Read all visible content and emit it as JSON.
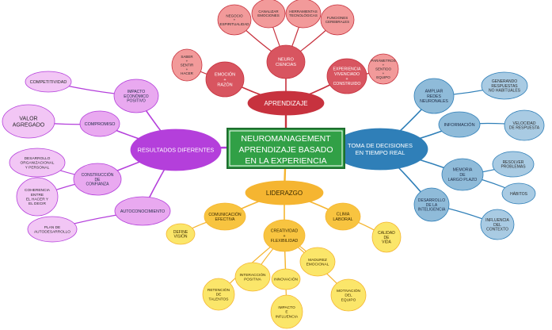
{
  "center": {
    "lines": [
      "NEUROMANAGEMENT",
      "APRENDIZAJE BASADO",
      "EN LA EXPERIENCIA"
    ]
  },
  "branches": [
    {
      "name": "aprendizaje",
      "label": [
        "APRENDIZAJE"
      ],
      "color": "#c7323e",
      "sub_color": "#d85560",
      "leaf_color": "#f29a9a",
      "children": [
        {
          "label": [
            "EMOCIÓN",
            "+",
            "RAZÓN"
          ],
          "children": [
            {
              "label": [
                "SABER",
                "+",
                "SENTIR",
                "+",
                "HACER"
              ]
            }
          ]
        },
        {
          "label": [
            "NEURO",
            "CIENCIAS"
          ],
          "children": [
            {
              "label": [
                "NEGOCIO",
                "+",
                "ESPIRITUALIDAD"
              ]
            },
            {
              "label": [
                "CANALIZAR",
                "EMOCIONES"
              ]
            },
            {
              "label": [
                "HERRAMIENTAS",
                "TECNOLÓGICAS"
              ]
            },
            {
              "label": [
                "FUNCIONES",
                "CEREBRALES"
              ]
            }
          ]
        },
        {
          "label": [
            "EXPERIENCIA",
            "VIVENCIADO",
            "+",
            "CONSTRUIDO"
          ],
          "children": [
            {
              "label": [
                "PARÁMETROS",
                "+",
                "SENTIDO",
                "+",
                "EQUIPO"
              ]
            }
          ]
        }
      ]
    },
    {
      "name": "toma-decisiones",
      "label": [
        "TOMA DE DECISIONES",
        "EN TIEMPO REAL"
      ],
      "color": "#2f7fb8",
      "sub_color": "#8fbbd9",
      "leaf_color": "#a9cbe3",
      "children": [
        {
          "label": [
            "AMPLIAR",
            "REDES",
            "NEURONALES"
          ],
          "children": [
            {
              "label": [
                "GENERANDO",
                "RESPUESTAS",
                "NO HABITUALES"
              ]
            }
          ]
        },
        {
          "label": [
            "INFORMACIÓN"
          ],
          "children": [
            {
              "label": [
                "VELOCIDAD",
                "DE RESPUESTA"
              ]
            }
          ]
        },
        {
          "label": [
            "MEMORIA",
            "DE",
            "LARGO PLAZO"
          ],
          "children": [
            {
              "label": [
                "RESOLVER",
                "PROBLEMAS"
              ]
            },
            {
              "label": [
                "HÁBITOS"
              ]
            }
          ]
        },
        {
          "label": [
            "DESARROLLO",
            "DE LA",
            "INTELIGENCIA"
          ],
          "children": [
            {
              "label": [
                "INFLUENCIA",
                "DEL",
                "CONTEXTO"
              ]
            }
          ]
        }
      ]
    },
    {
      "name": "liderazgo",
      "label": [
        "LIDERAZGO"
      ],
      "color": "#f5b531",
      "sub_color": "#f8c440",
      "leaf_color": "#fbe66a",
      "children": [
        {
          "label": [
            "COMUNICACIÓN",
            "EFECTIVA"
          ],
          "children": [
            {
              "label": [
                "DEFINE",
                "VISIÓN"
              ]
            }
          ]
        },
        {
          "label": [
            "CREATIVIDAD",
            "+",
            "FLEXIBILIDAD"
          ],
          "children": [
            {
              "label": [
                "RETENCIÓN",
                "DE",
                "TALENTOS"
              ]
            },
            {
              "label": [
                "INTERACCIÓN",
                "POSITIVA"
              ]
            },
            {
              "label": [
                "INNOVACIÓN"
              ]
            },
            {
              "label": [
                "IMPACTO",
                "E",
                "INFLUENCIA"
              ]
            },
            {
              "label": [
                "MADUREZ",
                "EMOCIONAL"
              ]
            },
            {
              "label": [
                "MOTIVACIÓN",
                "DEL",
                "EQUIPO"
              ]
            }
          ]
        },
        {
          "label": [
            "CLIMA",
            "LABORAL"
          ],
          "children": [
            {
              "label": [
                "CALIDAD",
                "DE",
                "VIDA"
              ]
            }
          ]
        }
      ]
    },
    {
      "name": "resultados",
      "label": [
        "RESULTADOS DIFERENTES"
      ],
      "color": "#b43fdb",
      "sub_color": "#e9a9f0",
      "leaf_color": "#f2c6f5",
      "children": [
        {
          "label": [
            "IMPACTO",
            "ECONÓMICO",
            "POSITIVO"
          ],
          "children": [
            {
              "label": [
                "COMPETITIVIDAD"
              ]
            }
          ]
        },
        {
          "label": [
            "COMPROMISO"
          ],
          "children": [
            {
              "label": [
                "VALOR",
                "AGREGADO"
              ]
            }
          ]
        },
        {
          "label": [
            "CONSTRUCCIÓN",
            "DE",
            "CONFIANZA"
          ],
          "children": [
            {
              "label": [
                "DESARROLLO",
                "ORGANIZACIONAL",
                "Y PERSONAL"
              ]
            },
            {
              "label": [
                "COHERENCIA",
                "ENTRE",
                "EL HACER Y",
                "EL DECIR"
              ]
            }
          ]
        },
        {
          "label": [
            "AUTOCONOCIMIENTO"
          ],
          "children": [
            {
              "label": [
                "PLAN DE",
                "AUTODESARROLLO"
              ]
            }
          ]
        }
      ]
    }
  ]
}
